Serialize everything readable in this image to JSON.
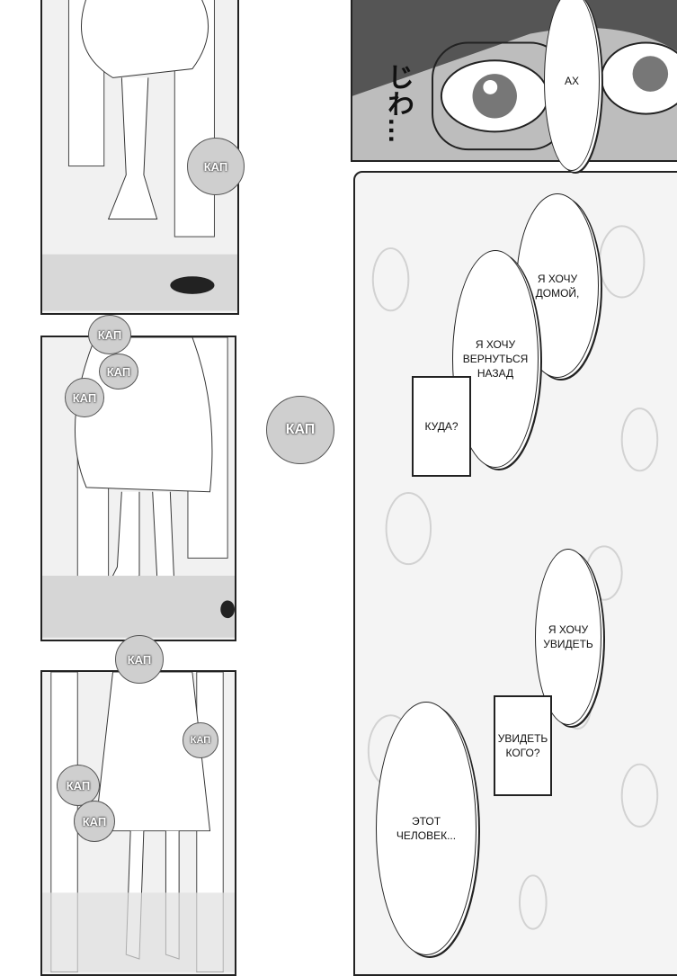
{
  "page": {
    "panels": {
      "top_right_sfx": "じわ…",
      "bubbles": {
        "ah": "АХ",
        "want_home": "Я ХОЧУ ДОМОЙ,",
        "want_back": "Я ХОЧУ ВЕРНУТЬСЯ НАЗАД",
        "where": "КУДА?",
        "want_see": "Я ХОЧУ УВИДЕТЬ",
        "see_whom": "УВИДЕТЬ КОГО?",
        "this_person": "ЭТОТ ЧЕЛОВЕК..."
      },
      "drops": [
        "КАП",
        "КАП",
        "КАП",
        "КАП",
        "КАП",
        "КАП",
        "КАП",
        "КАП",
        "КАП"
      ]
    }
  }
}
